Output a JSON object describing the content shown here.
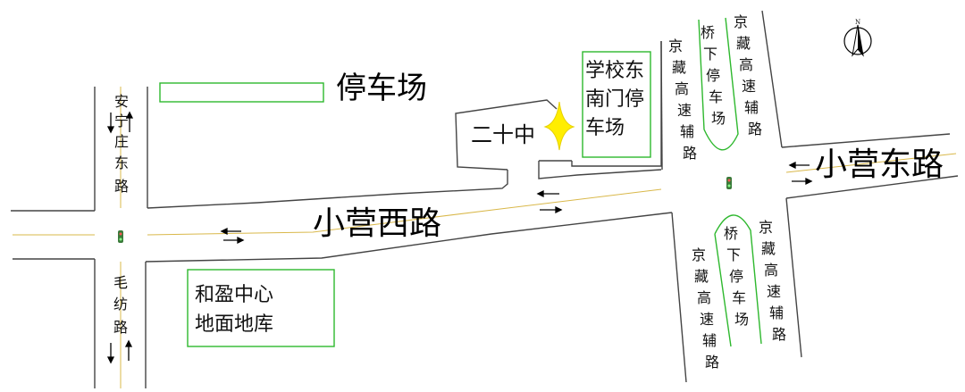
{
  "labels": {
    "parking_lot": "停车场",
    "school": "二十中",
    "school_east_south_gate_parking": [
      "学校东",
      "南门停",
      "车场"
    ],
    "xiaoying_west_rd": "小营西路",
    "xiaoying_east_rd": "小营东路",
    "anningzhuang_east_rd": [
      "安",
      "宁",
      "庄",
      "东",
      "路"
    ],
    "maofang_rd": [
      "毛",
      "纺",
      "路"
    ],
    "heying_center": [
      "和盈中心",
      "地面地库"
    ],
    "jingzang_aux_nw": [
      "京",
      "藏",
      "高",
      "速",
      "辅",
      "路"
    ],
    "bridge_parking_n": [
      "桥",
      "下",
      "停",
      "车",
      "场"
    ],
    "jingzang_aux_ne": [
      "京",
      "藏",
      "高",
      "速",
      "辅",
      "路"
    ],
    "jingzang_aux_sw": [
      "京",
      "藏",
      "高",
      "速",
      "辅",
      "路"
    ],
    "bridge_parking_s": [
      "桥",
      "下",
      "停",
      "车",
      "场"
    ],
    "jingzang_aux_se": [
      "京",
      "藏",
      "高",
      "速",
      "辅",
      "路"
    ],
    "compass_n": "N"
  },
  "colors": {
    "road_edge": "#444444",
    "centerline": "#d9b84a",
    "parking_outline": "#2eb82e",
    "school_marker": "#ffee00",
    "signal": "#3a7a3a"
  }
}
